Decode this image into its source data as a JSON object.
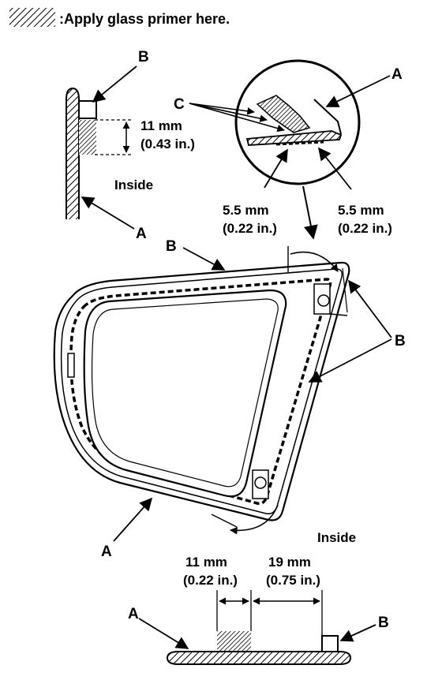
{
  "legend": {
    "swatch_icon": "hatched-square-icon",
    "text": ":Apply glass primer here."
  },
  "labels": {
    "a": "A",
    "b": "B",
    "c": "C",
    "inside": "Inside"
  },
  "dimensions": {
    "top_left_mm": "11 mm",
    "top_left_in": "(0.43 in.)",
    "circle_left_mm": "5.5 mm",
    "circle_left_in": "(0.22 in.)",
    "circle_right_mm": "5.5 mm",
    "circle_right_in": "(0.22 in.)",
    "bottom_left_mm": "11 mm",
    "bottom_left_in": "(0.22 in.)",
    "bottom_right_mm": "19 mm",
    "bottom_right_in": "(0.75 in.)"
  }
}
